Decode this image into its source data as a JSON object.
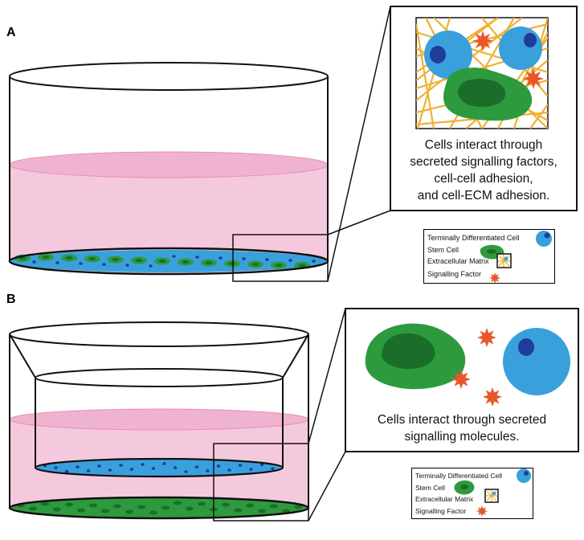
{
  "panels": {
    "a": {
      "label": "A"
    },
    "b": {
      "label": "B"
    }
  },
  "callout_a": {
    "lines": [
      "Cells interact through",
      "secreted signalling factors,",
      "cell-cell adhesion,",
      "and cell-ECM adhesion."
    ]
  },
  "callout_b": {
    "lines": [
      "Cells interact through secreted",
      "signalling molecules."
    ]
  },
  "legend": {
    "terminal_cell": "Terminally Differentiated Cell",
    "stem_cell": "Stem Cell",
    "ecm": "Extracellular Matrix",
    "signalling": "Signalling Factor"
  },
  "colors": {
    "media_pink": "#f5c9dd",
    "media_pink_top": "#f0b3cf",
    "stem_green": "#2e9a3e",
    "stem_nucleus": "#1b6e2a",
    "diff_blue": "#3aa0dc",
    "diff_nucleus": "#1f3c9a",
    "ecm_orange": "#f0b030",
    "signal_orange": "#e8572a"
  }
}
